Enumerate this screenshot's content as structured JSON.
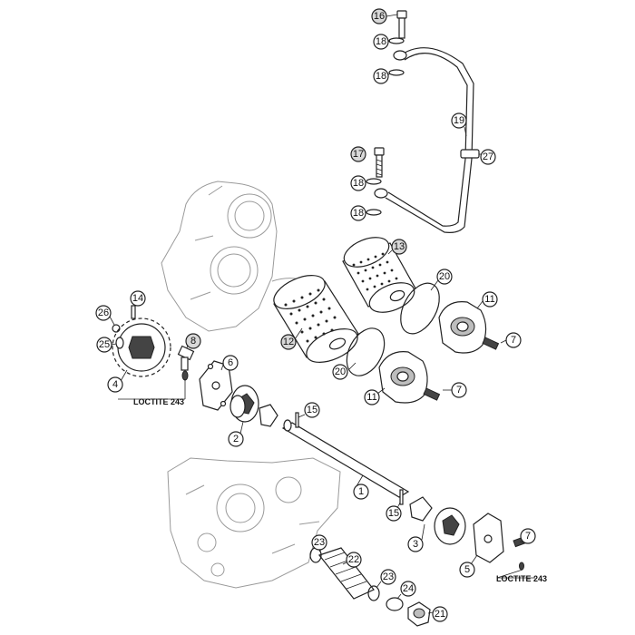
{
  "callouts": [
    {
      "id": "c16",
      "label": "16",
      "filled": true
    },
    {
      "id": "c18a",
      "label": "18",
      "filled": false
    },
    {
      "id": "c18b",
      "label": "18",
      "filled": false
    },
    {
      "id": "c19",
      "label": "19",
      "filled": false
    },
    {
      "id": "c27",
      "label": "27",
      "filled": false
    },
    {
      "id": "c17",
      "label": "17",
      "filled": true
    },
    {
      "id": "c18c",
      "label": "18",
      "filled": false
    },
    {
      "id": "c18d",
      "label": "18",
      "filled": false
    },
    {
      "id": "c13",
      "label": "13",
      "filled": true
    },
    {
      "id": "c20a",
      "label": "20",
      "filled": false
    },
    {
      "id": "c11a",
      "label": "11",
      "filled": false
    },
    {
      "id": "c7a",
      "label": "7",
      "filled": false
    },
    {
      "id": "c12",
      "label": "12",
      "filled": true
    },
    {
      "id": "c20b",
      "label": "20",
      "filled": false
    },
    {
      "id": "c11b",
      "label": "11",
      "filled": false
    },
    {
      "id": "c7b",
      "label": "7",
      "filled": false
    },
    {
      "id": "c14",
      "label": "14",
      "filled": false
    },
    {
      "id": "c26",
      "label": "26",
      "filled": false
    },
    {
      "id": "c25",
      "label": "25",
      "filled": false
    },
    {
      "id": "c4",
      "label": "4",
      "filled": false
    },
    {
      "id": "c8",
      "label": "8",
      "filled": true
    },
    {
      "id": "c6",
      "label": "6",
      "filled": false
    },
    {
      "id": "c2",
      "label": "2",
      "filled": false
    },
    {
      "id": "c15a",
      "label": "15",
      "filled": false
    },
    {
      "id": "c1",
      "label": "1",
      "filled": false
    },
    {
      "id": "c15b",
      "label": "15",
      "filled": false
    },
    {
      "id": "c3",
      "label": "3",
      "filled": false
    },
    {
      "id": "c7c",
      "label": "7",
      "filled": false
    },
    {
      "id": "c5",
      "label": "5",
      "filled": false
    },
    {
      "id": "c23a",
      "label": "23",
      "filled": false
    },
    {
      "id": "c22",
      "label": "22",
      "filled": false
    },
    {
      "id": "c23b",
      "label": "23",
      "filled": false
    },
    {
      "id": "c24",
      "label": "24",
      "filled": false
    },
    {
      "id": "c21",
      "label": "21",
      "filled": false
    }
  ],
  "notes": {
    "loctite_left": "LOCTITE 243",
    "loctite_right": "LOCTITE 243"
  }
}
